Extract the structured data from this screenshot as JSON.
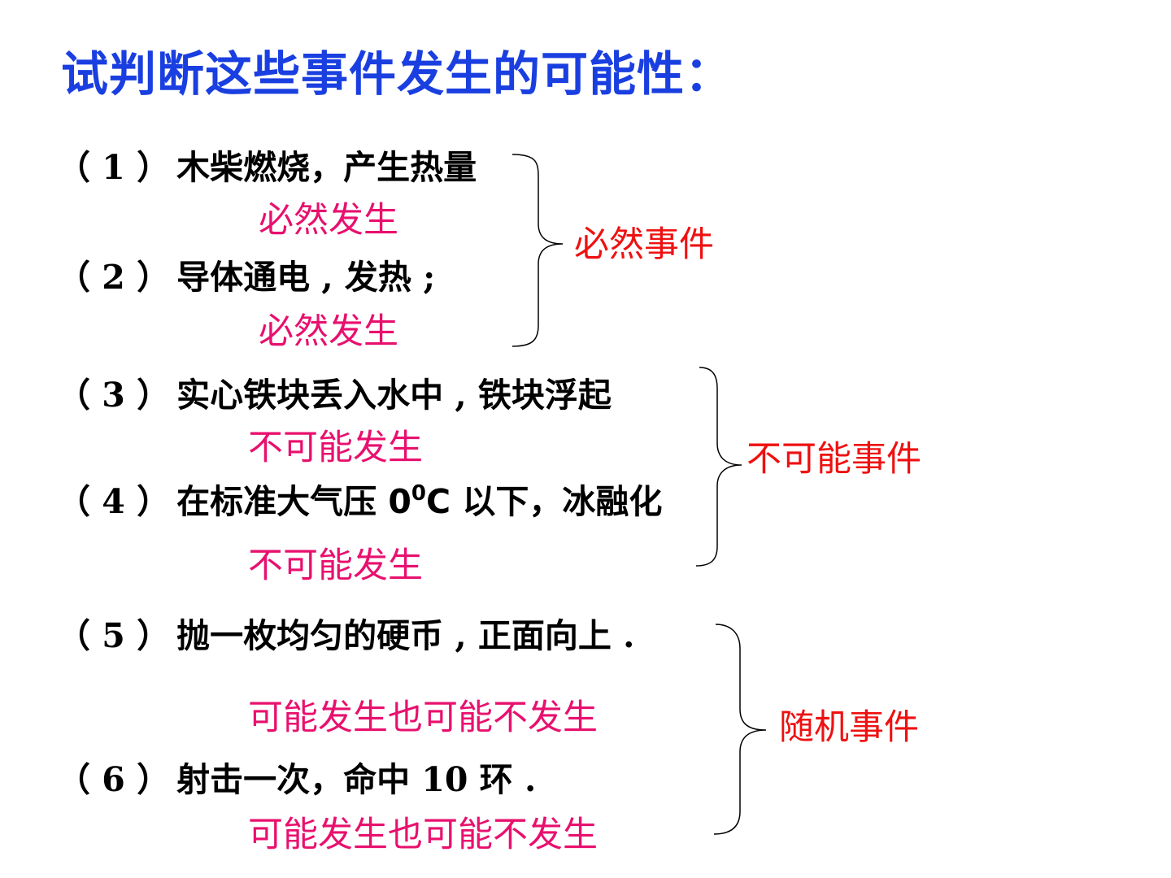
{
  "title": "试判断这些事件发生的可能性：",
  "items": [
    {
      "num": "（ 1 ）",
      "text": "木柴燃烧，产生热量"
    },
    {
      "num": "（ 2 ）",
      "text": "导体通电 , 发热 ;"
    },
    {
      "num": "（ 3 ）",
      "text": "实心铁块丢入水中 , 铁块浮起"
    },
    {
      "num": "（ 4 ）",
      "pre": "在标准大气压 ",
      "zero": "0",
      "sup": "0",
      "c": "C",
      "post": " 以下，冰融化"
    },
    {
      "num": "（ 5 ）",
      "text": "抛一枚均匀的硬币 , 正面向上 ."
    },
    {
      "num": "（ 6 ）",
      "text": "射击一次，命中 10 环 ."
    }
  ],
  "answers": [
    "必然发生",
    "必然发生",
    "不可能发生",
    "不可能发生",
    "可能发生也可能不发生",
    "可能发生也可能不发生"
  ],
  "categories": [
    "必然事件",
    "不可能事件",
    "随机事件"
  ],
  "colors": {
    "title": "#1a3fe0",
    "answer": "#e8106e",
    "category": "#ee1111",
    "item": "#000000"
  }
}
